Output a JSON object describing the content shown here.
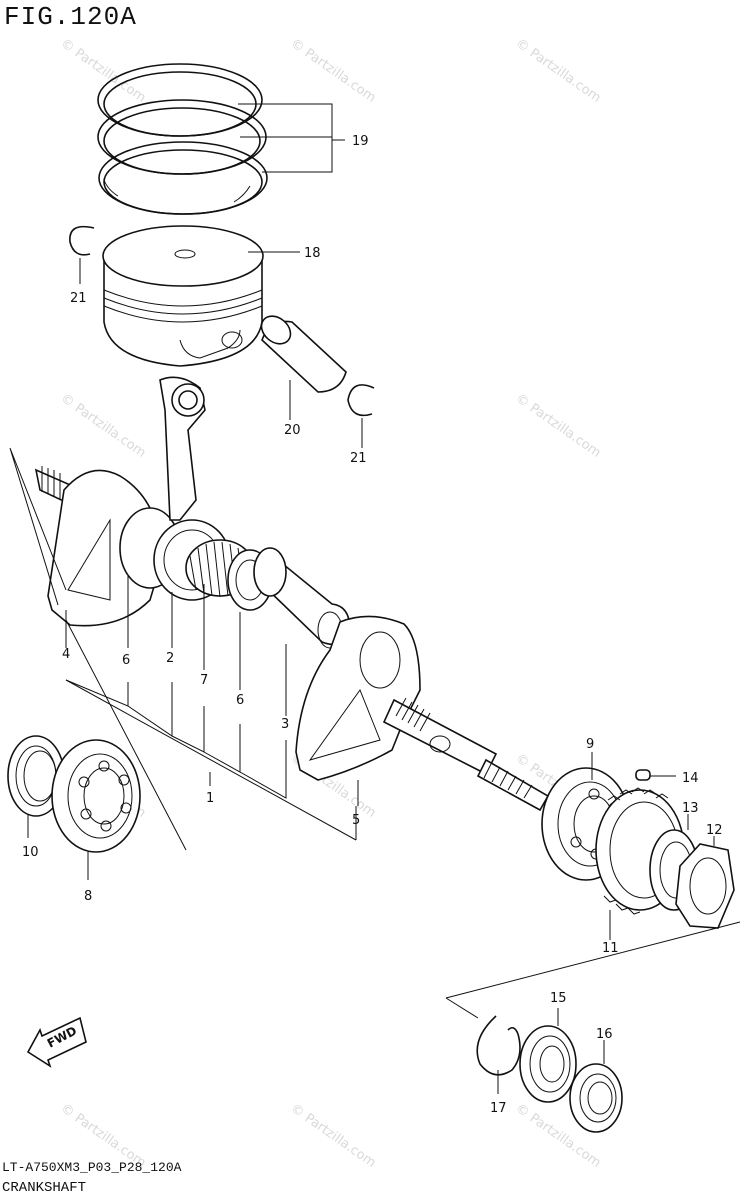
{
  "figure": {
    "title": "FIG.120A",
    "code": "LT-A750XM3_P03_P28_120A",
    "name": "CRANKSHAFT"
  },
  "watermark": {
    "text": "© Partzilla.com"
  },
  "fwd_label": "FWD",
  "parts": [
    {
      "ref": "1"
    },
    {
      "ref": "2"
    },
    {
      "ref": "3"
    },
    {
      "ref": "4"
    },
    {
      "ref": "5"
    },
    {
      "ref": "6"
    },
    {
      "ref": "7"
    },
    {
      "ref": "8"
    },
    {
      "ref": "9"
    },
    {
      "ref": "10"
    },
    {
      "ref": "11"
    },
    {
      "ref": "12"
    },
    {
      "ref": "13"
    },
    {
      "ref": "14"
    },
    {
      "ref": "15"
    },
    {
      "ref": "16"
    },
    {
      "ref": "17"
    },
    {
      "ref": "18"
    },
    {
      "ref": "19"
    },
    {
      "ref": "20"
    },
    {
      "ref": "21"
    }
  ],
  "callouts": {
    "c1": "1",
    "c2": "2",
    "c3": "3",
    "c4": "4",
    "c5": "5",
    "c6a": "6",
    "c6b": "6",
    "c7": "7",
    "c8": "8",
    "c9": "9",
    "c10": "10",
    "c11": "11",
    "c12": "12",
    "c13": "13",
    "c14": "14",
    "c15": "15",
    "c16": "16",
    "c17": "17",
    "c18": "18",
    "c19": "19",
    "c20": "20",
    "c21": "21",
    "c21b": "21"
  }
}
